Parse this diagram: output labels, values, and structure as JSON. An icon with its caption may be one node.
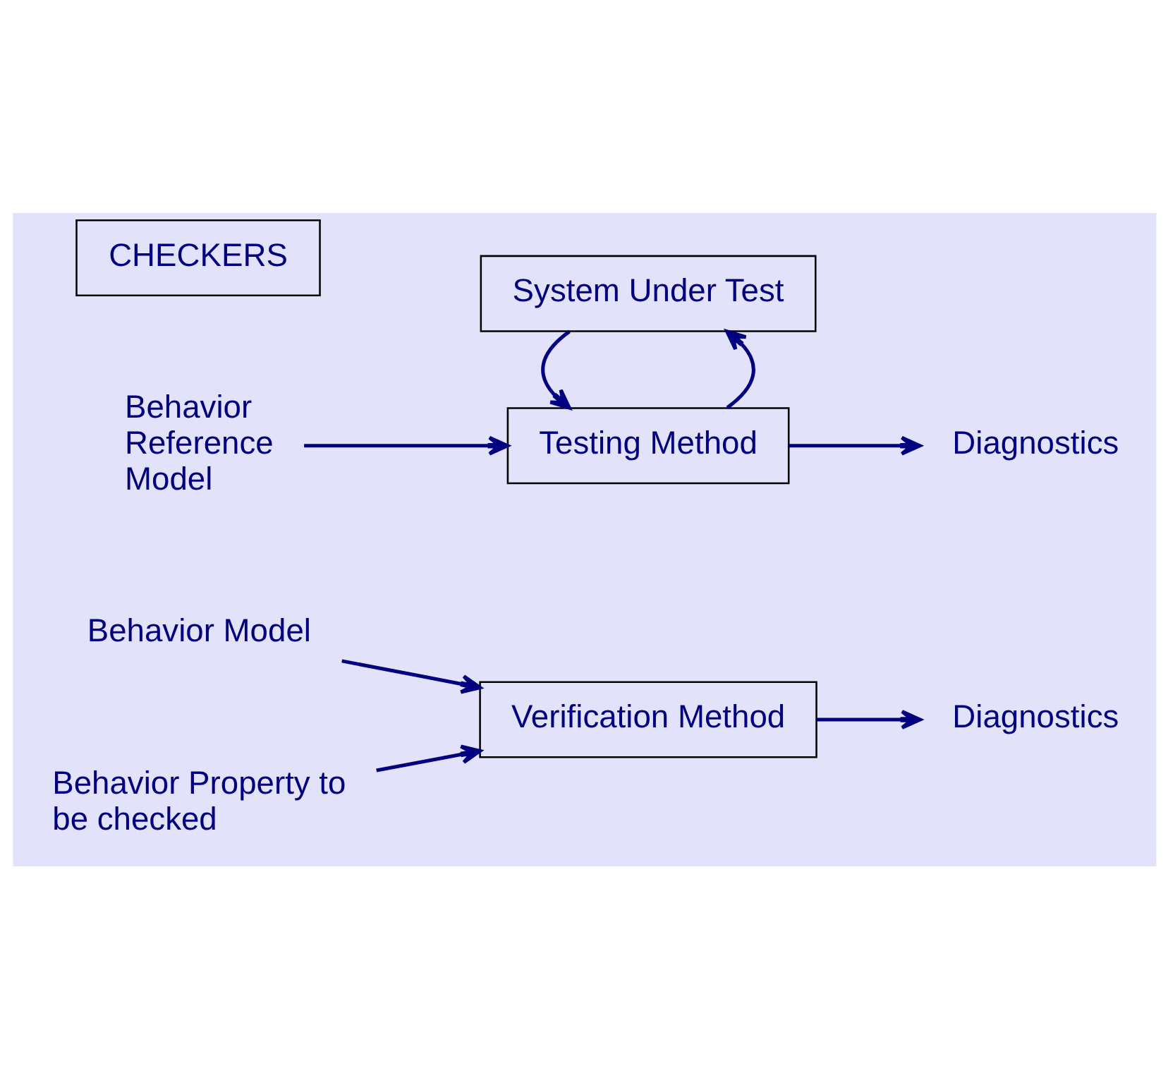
{
  "diagram": {
    "nodes": [
      {
        "text": [
          "Behavior Model"
        ]
      },
      {
        "text": [
          "Behavior Property to be checked"
        ]
      },
      {
        "text": [
          "Verification Method"
        ]
      },
      {
        "text": [
          "Diagnostics"
        ]
      },
      {
        "text": [
          "Behavior Reference Model"
        ]
      },
      {
        "text": [
          "Testing Method"
        ]
      },
      {
        "text": [
          "Diagnostics"
        ]
      },
      {
        "text": [
          "System Under Test"
        ]
      },
      {
        "text": [
          "CHECKERS"
        ]
      }
    ],
    "edges": [
      {
        "from": 0,
        "to": 2,
        "arrow": "to"
      },
      {
        "from": 1,
        "to": 2,
        "arrow": "to"
      },
      {
        "from": 2,
        "to": 3,
        "arrow": "to"
      },
      {
        "from": 4,
        "to": 5,
        "arrow": "to"
      },
      {
        "from": 5,
        "to": 6,
        "arrow": "to"
      },
      {
        "from": 5,
        "to": 7,
        "arrow": "to"
      },
      {
        "from": 7,
        "to": 5,
        "arrow": "to"
      }
    ]
  }
}
